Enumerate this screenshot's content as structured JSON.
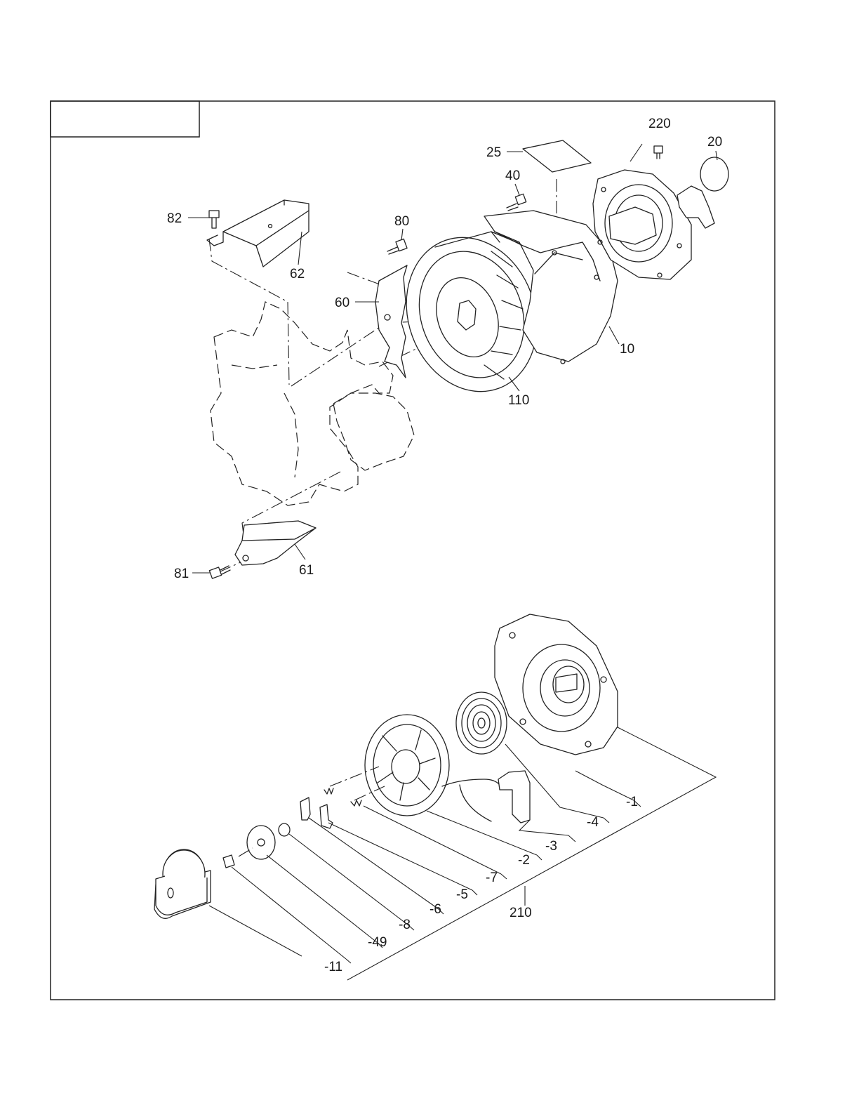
{
  "title_box_text": "",
  "callouts": {
    "c220": "220",
    "c20": "20",
    "c25": "25",
    "c40": "40",
    "c82": "82",
    "c80": "80",
    "c62": "62",
    "c60": "60",
    "c10": "10",
    "c110": "110",
    "c81": "81",
    "c61": "61",
    "c1": "-1",
    "c4": "-4",
    "c3": "-3",
    "c2": "-2",
    "c7": "-7",
    "c210": "210",
    "c5": "-5",
    "c6": "-6",
    "c8": "-8",
    "c49": "-49",
    "c11": "-11"
  }
}
